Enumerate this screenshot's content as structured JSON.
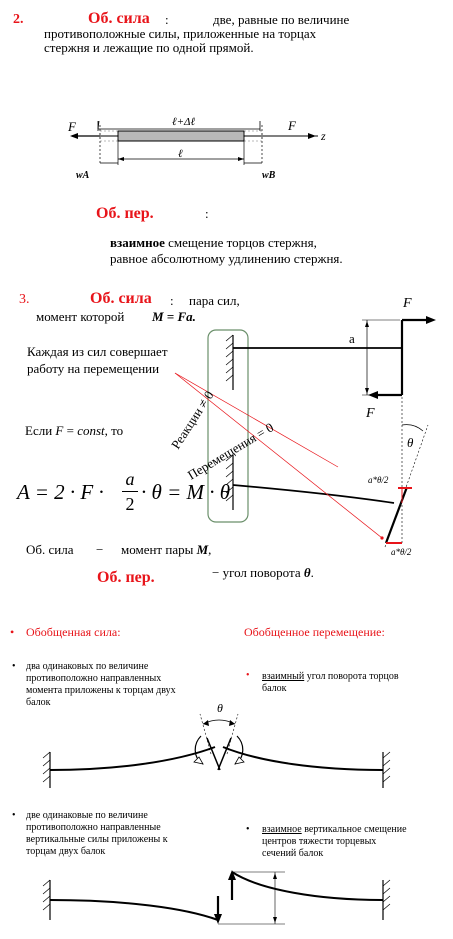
{
  "s2": {
    "num": "2.",
    "force_label": "Об. сила",
    "colon": ":",
    "desc_line1": "две, равные по величине",
    "desc_line2": "противоположные силы, приложенные на торцах",
    "desc_line3": "стержня  и лежащие по одной прямой.",
    "fig": {
      "top": "ℓ+Δℓ",
      "len": "ℓ",
      "F": "F",
      "z": "z",
      "wA": "wA",
      "wB": "wB"
    },
    "disp_label": "Об. пер.",
    "disp_colon": ":",
    "disp_bold": "взаимное",
    "disp_line1_rest": " смещение торцов стержня,",
    "disp_line2": "равное абсолютному удлинению стержня."
  },
  "s3": {
    "num": "3.",
    "force_label": "Об. сила",
    "colon": ":",
    "line1_rest": "пара сил,",
    "line2_pre": "момент которой",
    "formula": "M = Fa.",
    "work_line1": "Каждая из сил совершает",
    "work_line2": "работу на перемещении",
    "if_pre": "Если ",
    "if_F": "F",
    "if_mid": " = ",
    "if_const": "const",
    "if_post": ", то",
    "eq_lhs": "A = 2 · F ·",
    "eq_num": "a",
    "eq_den": "2",
    "eq_rhs": "· θ = M · θ",
    "bottom_force": "Об. сила",
    "dash": "−",
    "bottom_moment": "момент пары ",
    "bottom_M": "M",
    "bottom_comma": ",",
    "disp_label": "Об. пер.",
    "disp_text": "− угол поворота ",
    "disp_theta": "θ",
    "disp_dot": ".",
    "fig": {
      "F_top": "F",
      "F_bot": "F",
      "a": "a",
      "theta": "θ",
      "reaction": "Реакции ≠ 0",
      "displacement": "Перемещения = 0",
      "half1": "a*θ/2",
      "half2": "a*θ/2"
    }
  },
  "gen": {
    "left_head": "Обобщенная сила:",
    "right_head": "Обобщенное перемещение:",
    "c1_l1": "два одинаковых по величине",
    "c1_l2": "противоположно направленных",
    "c1_l3": "момента приложены к торцам двух",
    "c1_l4": "балок",
    "d1_u": "взаимный",
    "d1_l1_rest": " угол поворота торцов",
    "d1_l2": "балок",
    "fig_theta": "θ",
    "c2_l1": "две одинаковые по величине",
    "c2_l2": "противоположно направленные",
    "c2_l3": "вертикальные силы приложены к",
    "c2_l4": "торцам двух балок",
    "d2_u": "взаимное",
    "d2_l1_rest": " вертикальное смещение",
    "d2_l2": "центров тяжести торцевых",
    "d2_l3": "сечений балок"
  }
}
